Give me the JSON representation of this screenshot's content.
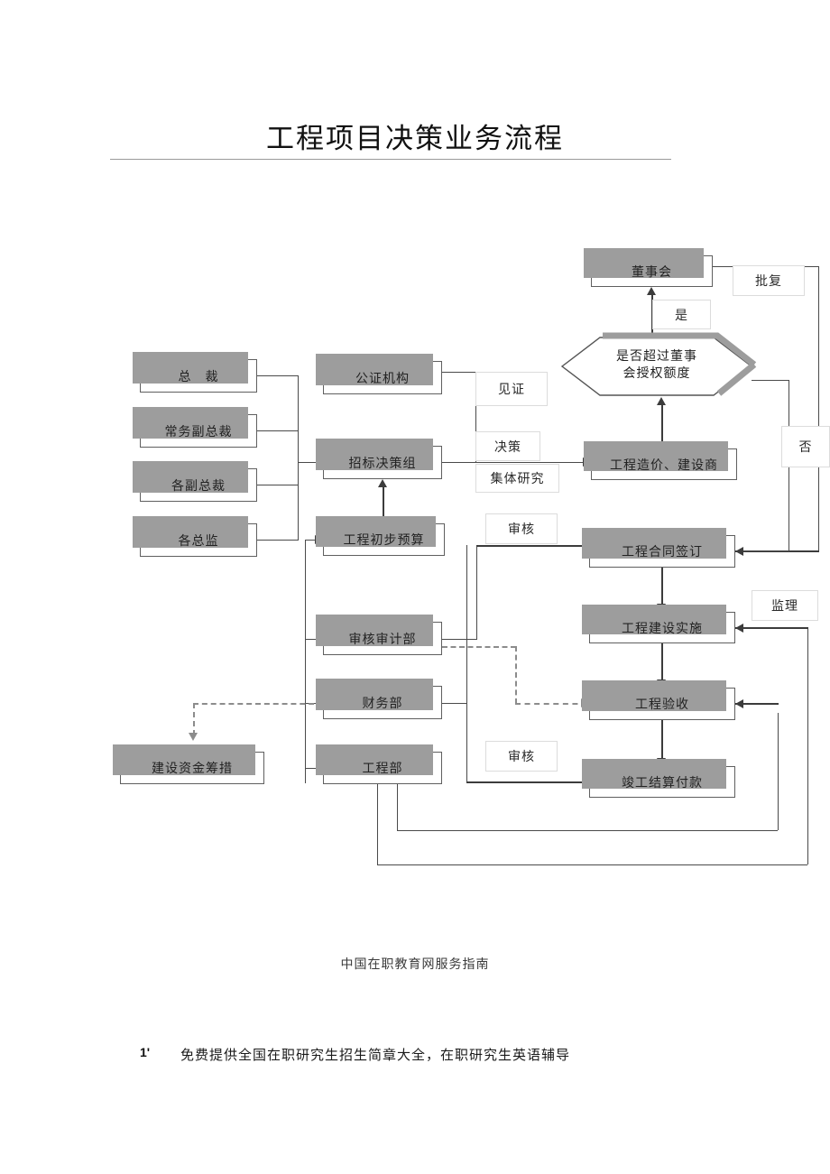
{
  "document": {
    "title": "工程项目决策业务流程",
    "footnote": "中国在职教育网服务指南",
    "bottom_marker": "1'",
    "bottom_text": "免费提供全国在职研究生招生简章大全，在职研究生英语辅导"
  },
  "nodes": {
    "president": "总　裁",
    "exec_vp": "常务副总裁",
    "vps": "各副总裁",
    "directors": "各总监",
    "notary": "公证机构",
    "bid_group": "招标决策组",
    "prelim_budget": "工程初步预算",
    "audit_dept": "审核审计部",
    "finance_dept": "财务部",
    "engineering_dept": "工程部",
    "fund_raising": "建设资金筹措",
    "board": "董事会",
    "decision": "是否超过董事",
    "decision2": "会授权额度",
    "cost_builder": "工程造价、建设商",
    "contract": "工程合同签订",
    "construction": "工程建设实施",
    "acceptance": "工程验收",
    "settlement": "竣工结算付款"
  },
  "labels": {
    "approval": "批复",
    "yes": "是",
    "no": "否",
    "witness": "见证",
    "decide": "决策",
    "collective_study": "集体研究",
    "review_top": "审核",
    "supervision": "监理",
    "review_bottom": "审核"
  },
  "colors": {
    "box_border": "#5f5f5f",
    "box_shadow": "#9d9d9d",
    "line": "#4a4a4a",
    "label_border": "#dcdcdc"
  }
}
